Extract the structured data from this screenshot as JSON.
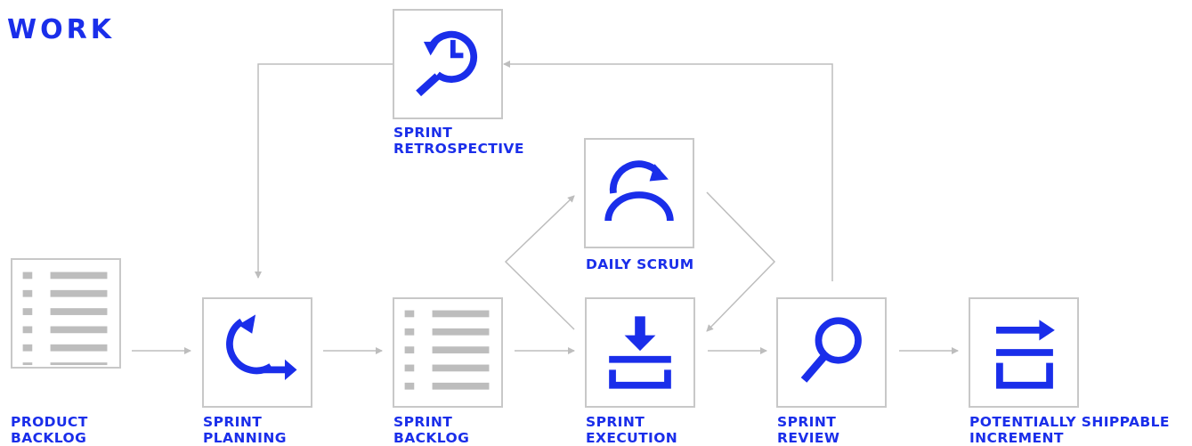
{
  "title": "WORK",
  "colors": {
    "accent": "#1a2eea",
    "line": "#bdbdbd",
    "list": "#bdbdbd"
  },
  "nodes": {
    "product_backlog": {
      "line1": "PRODUCT",
      "line2": "BACKLOG",
      "icon": "list-icon"
    },
    "sprint_planning": {
      "line1": "SPRINT",
      "line2": "PLANNING",
      "icon": "cycle-arrow-icon"
    },
    "sprint_backlog": {
      "line1": "SPRINT",
      "line2": "BACKLOG",
      "icon": "list-icon"
    },
    "sprint_execution": {
      "line1": "SPRINT",
      "line2": "EXECUTION",
      "icon": "download-tray-icon"
    },
    "sprint_review": {
      "line1": "SPRINT",
      "line2": "REVIEW",
      "icon": "magnifier-icon"
    },
    "increment": {
      "line1": "POTENTIALLY SHIPPABLE",
      "line2": "INCREMENT",
      "icon": "transfer-icon"
    },
    "daily_scrum": {
      "line1": "DAILY SCRUM",
      "icon": "daily-cycle-icon"
    },
    "sprint_retrospective": {
      "line1": "SPRINT",
      "line2": "RETROSPECTIVE",
      "icon": "clock-magnifier-icon"
    }
  }
}
